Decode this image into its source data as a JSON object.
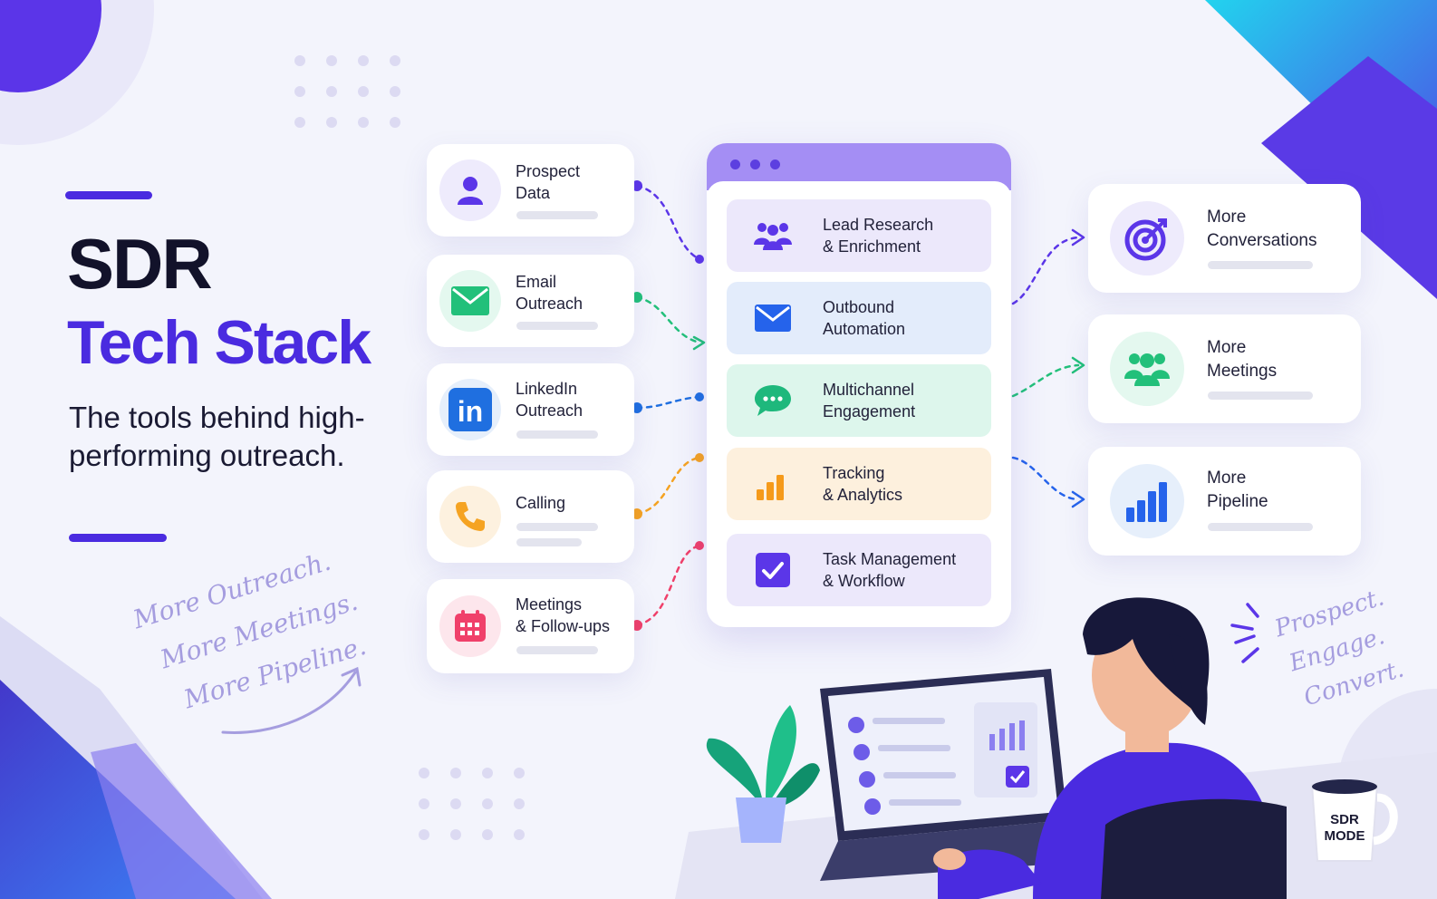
{
  "header": {
    "title_line1": "SDR",
    "title_line2": "Tech Stack",
    "subtitle": "The tools behind high-performing outreach."
  },
  "inputs": [
    {
      "label": "Prospect\nData",
      "icon": "user-icon",
      "color": "#5b36e8"
    },
    {
      "label": "Email\nOutreach",
      "icon": "mail-icon",
      "color": "#22c07a"
    },
    {
      "label": "LinkedIn\nOutreach",
      "icon": "linkedin-icon",
      "color": "#1f6fe0"
    },
    {
      "label": "Calling",
      "icon": "phone-icon",
      "color": "#f5a322"
    },
    {
      "label": "Meetings\n& Follow-ups",
      "icon": "calendar-icon",
      "color": "#f0406a"
    }
  ],
  "stack": [
    {
      "label": "Lead Research\n& Enrichment",
      "icon": "team-icon",
      "color": "#5b36e8",
      "bg": "#ece8fb"
    },
    {
      "label": "Outbound\nAutomation",
      "icon": "mail-icon",
      "color": "#2563eb",
      "bg": "#e3ecfb"
    },
    {
      "label": "Multichannel\nEngagement",
      "icon": "chat-icon",
      "color": "#1eb87c",
      "bg": "#ddf6ec"
    },
    {
      "label": "Tracking\n& Analytics",
      "icon": "bar-chart-icon",
      "color": "#f59a1a",
      "bg": "#fdf0dd"
    },
    {
      "label": "Task Management\n& Workflow",
      "icon": "checkbox-icon",
      "color": "#5b36e8",
      "bg": "#ece8fb"
    }
  ],
  "outcomes": [
    {
      "label": "More\nConversations",
      "icon": "target-icon",
      "color": "#5b36e8"
    },
    {
      "label": "More\nMeetings",
      "icon": "group-icon",
      "color": "#22c07a"
    },
    {
      "label": "More\nPipeline",
      "icon": "bar-chart-icon",
      "color": "#2563eb"
    }
  ],
  "notes": {
    "left": [
      "More Outreach.",
      "More Meetings.",
      "More Pipeline."
    ],
    "right": [
      "Prospect.",
      "Engage.",
      "Convert."
    ]
  },
  "mug": {
    "line1": "SDR",
    "line2": "MODE"
  },
  "colors": {
    "accent": "#4a2be0",
    "dark": "#12122a"
  }
}
